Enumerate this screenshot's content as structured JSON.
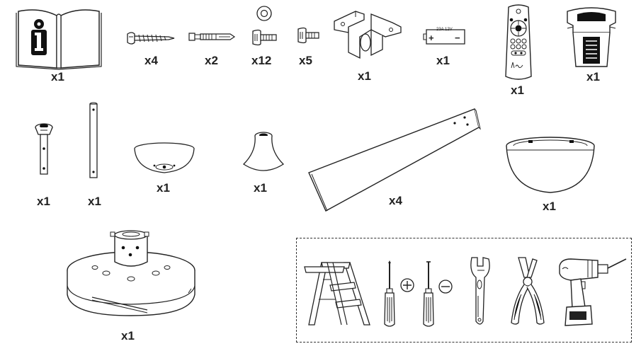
{
  "parts": [
    {
      "id": "manual",
      "quantity": "x1"
    },
    {
      "id": "wood-screw",
      "quantity": "x4"
    },
    {
      "id": "anchor-bolt",
      "quantity": "x2"
    },
    {
      "id": "washer-screw",
      "quantity": "x12"
    },
    {
      "id": "machine-screw",
      "quantity": "x5"
    },
    {
      "id": "mounting-bracket",
      "quantity": "x1"
    },
    {
      "id": "battery",
      "quantity": "x1",
      "label_voltage": "23A 12V",
      "plus": "+",
      "minus": "−"
    },
    {
      "id": "remote-control",
      "quantity": "x1"
    },
    {
      "id": "receiver",
      "quantity": "x1"
    },
    {
      "id": "short-downrod",
      "quantity": "x1"
    },
    {
      "id": "long-downrod",
      "quantity": "x1"
    },
    {
      "id": "canopy",
      "quantity": "x1"
    },
    {
      "id": "canopy-cover",
      "quantity": "x1"
    },
    {
      "id": "blade",
      "quantity": "x4"
    },
    {
      "id": "light-cover",
      "quantity": "x1"
    },
    {
      "id": "motor-housing",
      "quantity": "x1"
    }
  ],
  "tools": [
    "step-ladder",
    "phillips-screwdriver",
    "flathead-screwdriver",
    "adjustable-wrench",
    "pliers",
    "power-drill"
  ],
  "colors": {
    "line": "#222222",
    "fill": "#ffffff",
    "shade": "#d8d8d8"
  }
}
